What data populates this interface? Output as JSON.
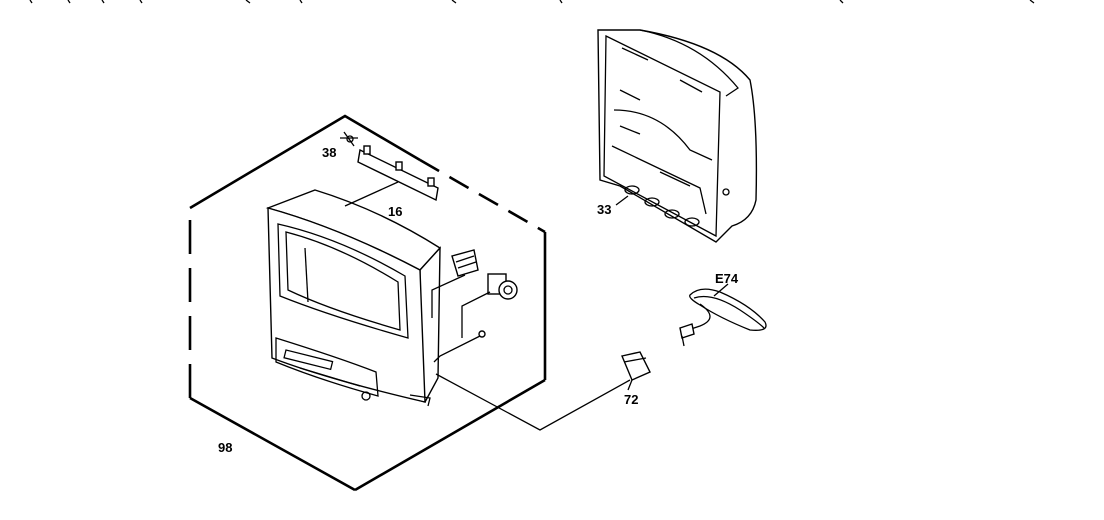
{
  "labels": {
    "screw": "38",
    "bracket": "16",
    "cabinet_back": "33",
    "power_cord": "E74",
    "clip": "72",
    "assembly": "98"
  }
}
